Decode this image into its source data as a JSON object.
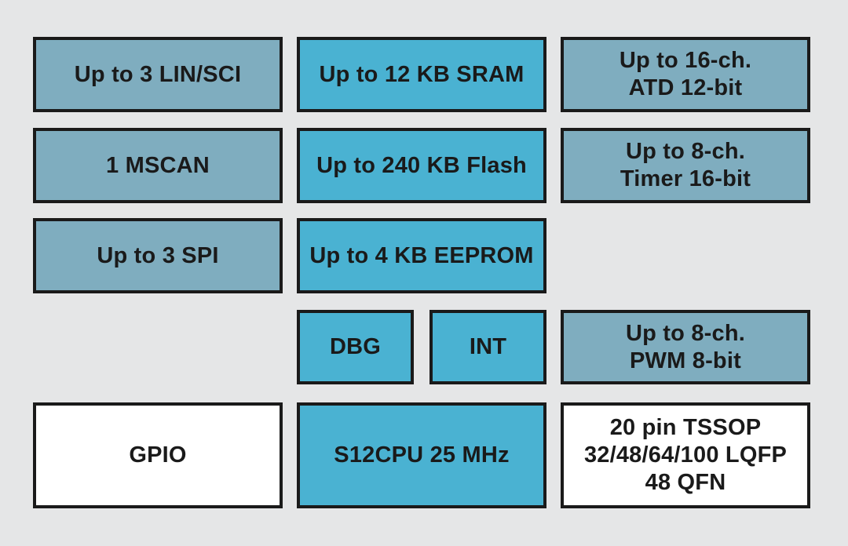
{
  "colors": {
    "background": "#e5e6e7",
    "block_border": "#1a1a1a",
    "peripheral_fill": "#7fadbf",
    "core_fill": "#4ab2d2",
    "package_fill": "#ffffff",
    "text": "#1a1a1a"
  },
  "blocks": {
    "lin_sci": {
      "lines": [
        "Up to 3 LIN/SCI"
      ]
    },
    "sram": {
      "lines": [
        "Up to 12 KB SRAM"
      ]
    },
    "atd": {
      "lines": [
        "Up to 16-ch.",
        "ATD 12-bit"
      ]
    },
    "mscan": {
      "lines": [
        "1 MSCAN"
      ]
    },
    "flash": {
      "lines": [
        "Up to 240 KB Flash"
      ]
    },
    "timer": {
      "lines": [
        "Up to 8-ch.",
        "Timer 16-bit"
      ]
    },
    "spi": {
      "lines": [
        "Up to 3 SPI"
      ]
    },
    "eeprom": {
      "lines": [
        "Up to 4 KB EEPROM"
      ]
    },
    "dbg": {
      "lines": [
        "DBG"
      ]
    },
    "int": {
      "lines": [
        "INT"
      ]
    },
    "pwm": {
      "lines": [
        "Up to 8-ch.",
        "PWM 8-bit"
      ]
    },
    "gpio": {
      "lines": [
        "GPIO"
      ]
    },
    "cpu": {
      "lines": [
        "S12CPU 25 MHz"
      ]
    },
    "package": {
      "lines": [
        "20 pin TSSOP",
        "32/48/64/100 LQFP",
        "48 QFN"
      ]
    }
  }
}
